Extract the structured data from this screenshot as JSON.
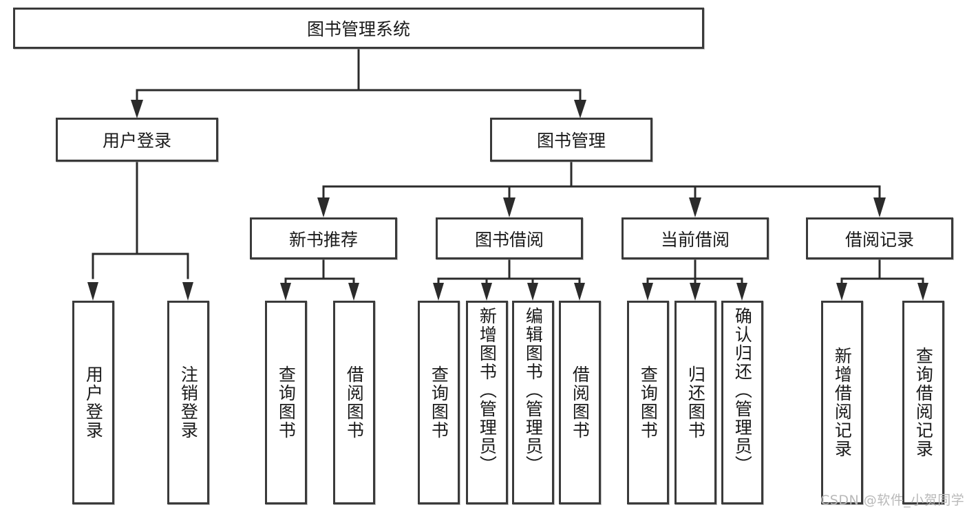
{
  "diagram": {
    "type": "tree",
    "title": "图书管理系统",
    "watermark": "CSDN @软件_小贺同学",
    "colors": {
      "box_border": "#3a3a3a",
      "box_fill": "#ffffff",
      "connector": "#2b2b2b",
      "text": "#1a1a1a",
      "watermark": "#b9b9b9"
    },
    "root": {
      "label": "图书管理系统",
      "level": 0
    },
    "level1": [
      {
        "label": "用户登录"
      },
      {
        "label": "图书管理"
      }
    ],
    "level2": [
      {
        "label": "新书推荐",
        "parent": "图书管理"
      },
      {
        "label": "图书借阅",
        "parent": "图书管理"
      },
      {
        "label": "当前借阅",
        "parent": "图书管理"
      },
      {
        "label": "借阅记录",
        "parent": "图书管理"
      }
    ],
    "leaves": {
      "user_login": [
        {
          "label": "用户登录"
        },
        {
          "label": "注销登录"
        }
      ],
      "new_book_recommend": [
        {
          "label": "查询图书"
        },
        {
          "label": "借阅图书"
        }
      ],
      "book_borrow": [
        {
          "label": "查询图书"
        },
        {
          "label": "新增图书（管理员）"
        },
        {
          "label": "编辑图书（管理员）"
        },
        {
          "label": "借阅图书"
        }
      ],
      "current_borrow": [
        {
          "label": "查询图书"
        },
        {
          "label": "归还图书"
        },
        {
          "label": "确认归还（管理员）"
        }
      ],
      "borrow_records": [
        {
          "label": "新增借阅记录"
        },
        {
          "label": "查询借阅记录"
        }
      ]
    }
  }
}
